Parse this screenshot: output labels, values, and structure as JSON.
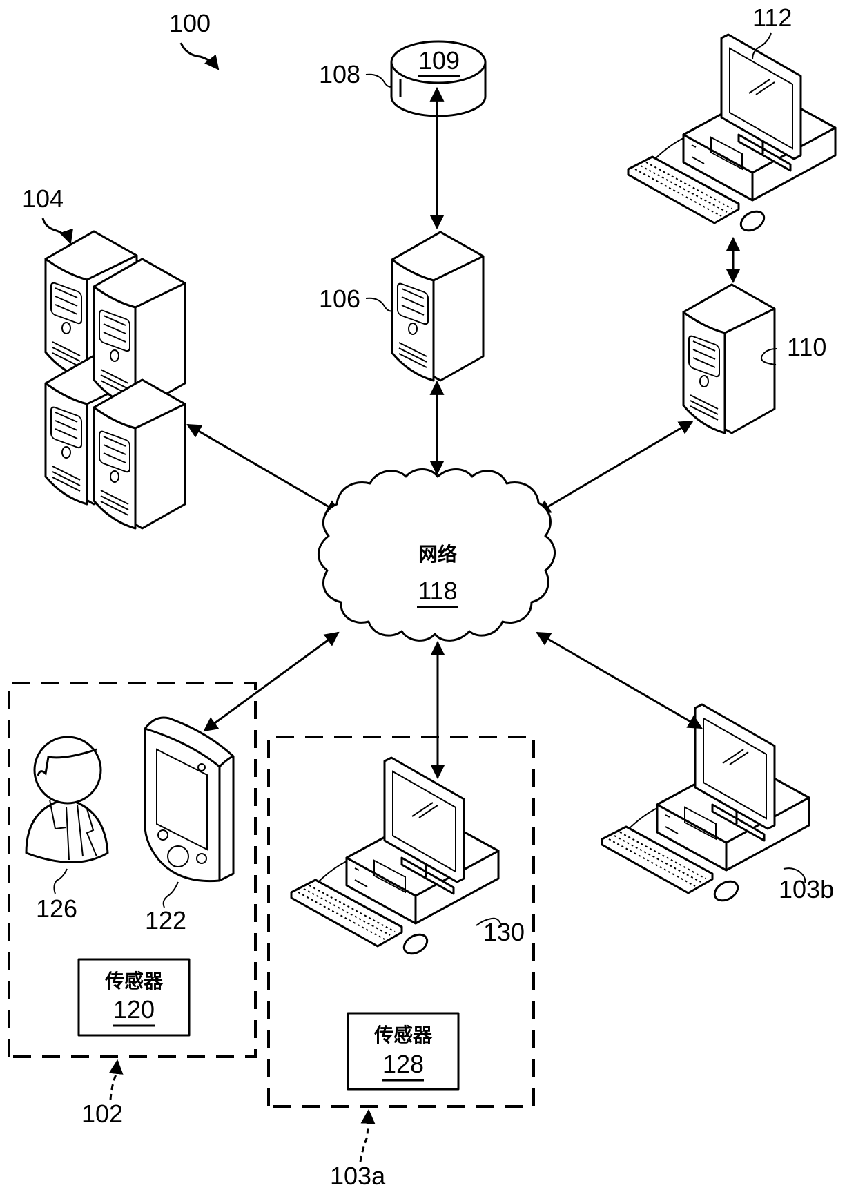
{
  "figure": {
    "reference": "100",
    "network": {
      "label": "网络",
      "ref": "118"
    },
    "database": {
      "ref": "108",
      "inner_ref": "109"
    },
    "server_106": {
      "ref": "106"
    },
    "server_cluster": {
      "ref": "104"
    },
    "server_110": {
      "ref": "110"
    },
    "workstation_112": {
      "ref": "112"
    },
    "group_102": {
      "ref": "102",
      "user": {
        "ref": "126"
      },
      "mobile_device": {
        "ref": "122"
      },
      "sensor": {
        "label": "传感器",
        "ref": "120"
      }
    },
    "group_103a": {
      "ref": "103a",
      "computer": {
        "ref": "130"
      },
      "sensor": {
        "label": "传感器",
        "ref": "128"
      }
    },
    "computer_103b": {
      "ref": "103b"
    }
  }
}
